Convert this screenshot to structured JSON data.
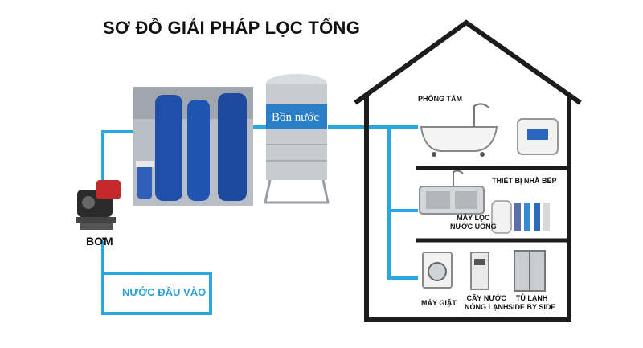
{
  "title": "SƠ ĐỒ GIẢI PHÁP LỌC TỔNG",
  "colors": {
    "pipe": "#2aa6df",
    "house": "#1c1c1c",
    "filter": "#1f4fa8",
    "steel": "#c8ccd0"
  },
  "pump": {
    "label": "BƠM"
  },
  "inlet": {
    "label": "NƯỚC ĐẦU VÀO"
  },
  "tank": {
    "label": "Bồn nước"
  },
  "house": {
    "bathroom": {
      "label": "PHÒNG TẮM"
    },
    "kitchen": {
      "label": "THIẾT BỊ NHÀ BẾP",
      "purifier_label": "MÁY LỌC\nNƯỚC UỐNG"
    },
    "laundry": {
      "washer_label": "MÁY GIẶT",
      "dispenser_label": "CÂY NƯỚC\nNÓNG LẠNH",
      "fridge_label": "TỦ LẠNH\nSIDE BY SIDE"
    }
  }
}
